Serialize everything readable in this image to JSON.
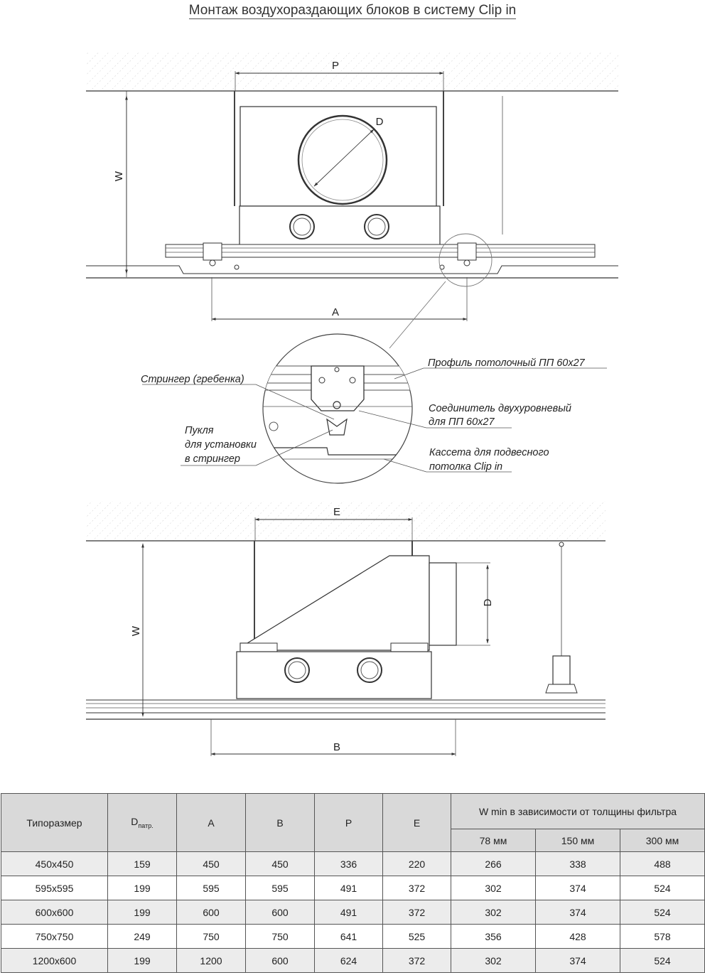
{
  "title": "Монтаж воздухораздающих блоков в систему Clip in",
  "diagram": {
    "dim_labels": {
      "p": "P",
      "d_top": "D",
      "w_top": "W",
      "a": "A",
      "e": "E",
      "d_side": "D",
      "w_side": "W",
      "b": "B"
    },
    "callouts": {
      "profile": "Профиль потолочный ПП 60x27",
      "stringer": "Стрингер (гребенка)",
      "connector_line1": "Соединитель двухуровневый",
      "connector_line2": "для ПП 60x27",
      "hook_line1": "Пукля",
      "hook_line2": "для установки",
      "hook_line3": "в стрингер",
      "cassette_line1": "Кассета для подвесного",
      "cassette_line2": "потолка Clip in"
    }
  },
  "table": {
    "headers": {
      "size": "Типоразмер",
      "d_main": "D",
      "d_sub": "патр.",
      "a": "A",
      "b": "B",
      "p": "P",
      "e": "E",
      "wmin": "W min в зависимости от толщины фильтра",
      "f78": "78 мм",
      "f150": "150 мм",
      "f300": "300 мм"
    },
    "rows": [
      [
        "450x450",
        "159",
        "450",
        "450",
        "336",
        "220",
        "266",
        "338",
        "488"
      ],
      [
        "595x595",
        "199",
        "595",
        "595",
        "491",
        "372",
        "302",
        "374",
        "524"
      ],
      [
        "600x600",
        "199",
        "600",
        "600",
        "491",
        "372",
        "302",
        "374",
        "524"
      ],
      [
        "750x750",
        "249",
        "750",
        "750",
        "641",
        "525",
        "356",
        "428",
        "578"
      ],
      [
        "1200x600",
        "199",
        "1200",
        "600",
        "624",
        "372",
        "302",
        "374",
        "524"
      ]
    ]
  }
}
